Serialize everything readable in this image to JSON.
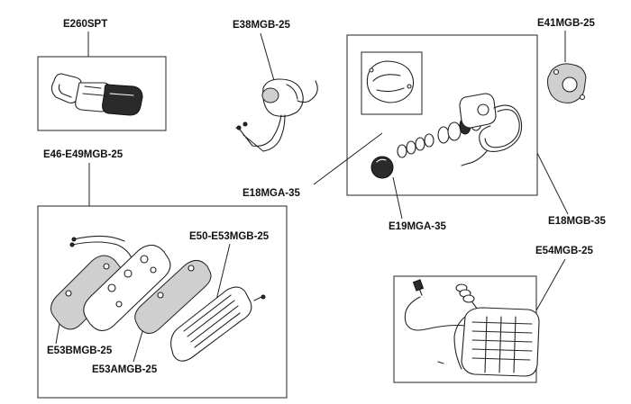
{
  "parts": {
    "e260spt": "E260SPT",
    "e38mgb25": "E38MGB-25",
    "e41mgb25": "E41MGB-25",
    "e46e49mgb25": "E46-E49MGB-25",
    "e50e53mgb25": "E50-E53MGB-25",
    "e53bmgb25": "E53BMGB-25",
    "e53amgb25": "E53AMGB-25",
    "e18mga35": "E18MGA-35",
    "e19mga35": "E19MGA-35",
    "e18mgb35": "E18MGB-35",
    "e54mgb25": "E54MGB-25"
  }
}
